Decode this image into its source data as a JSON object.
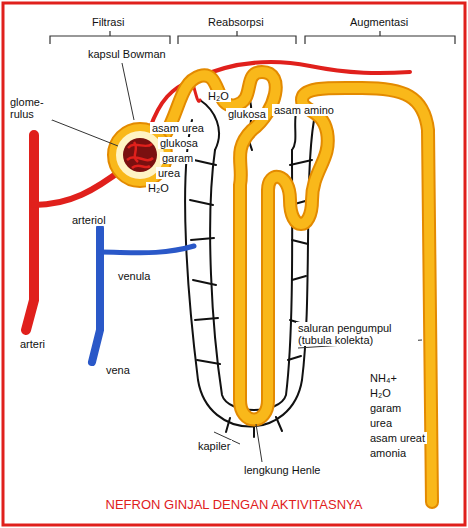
{
  "diagram": {
    "caption": "NEFRON GINJAL DENGAN AKTIVITASNYA",
    "labels": [
      "Filtrasi",
      "Reabsorpsi",
      "Augmentasi",
      "kapsul Bowman",
      "glome- rulus",
      "H₂O",
      "glukosa",
      "asam amino",
      "asam urea",
      "glukosa",
      "garam",
      "urea",
      "H₂O",
      "arteriol",
      "venula",
      "arteri",
      "vena",
      "saluran pengumpul (tubula kolekta)",
      "NH₄+",
      "H₂O",
      "garam",
      "urea",
      "asam ureat",
      "amonia",
      "kapiler",
      "lengkung Henle"
    ]
  }
}
